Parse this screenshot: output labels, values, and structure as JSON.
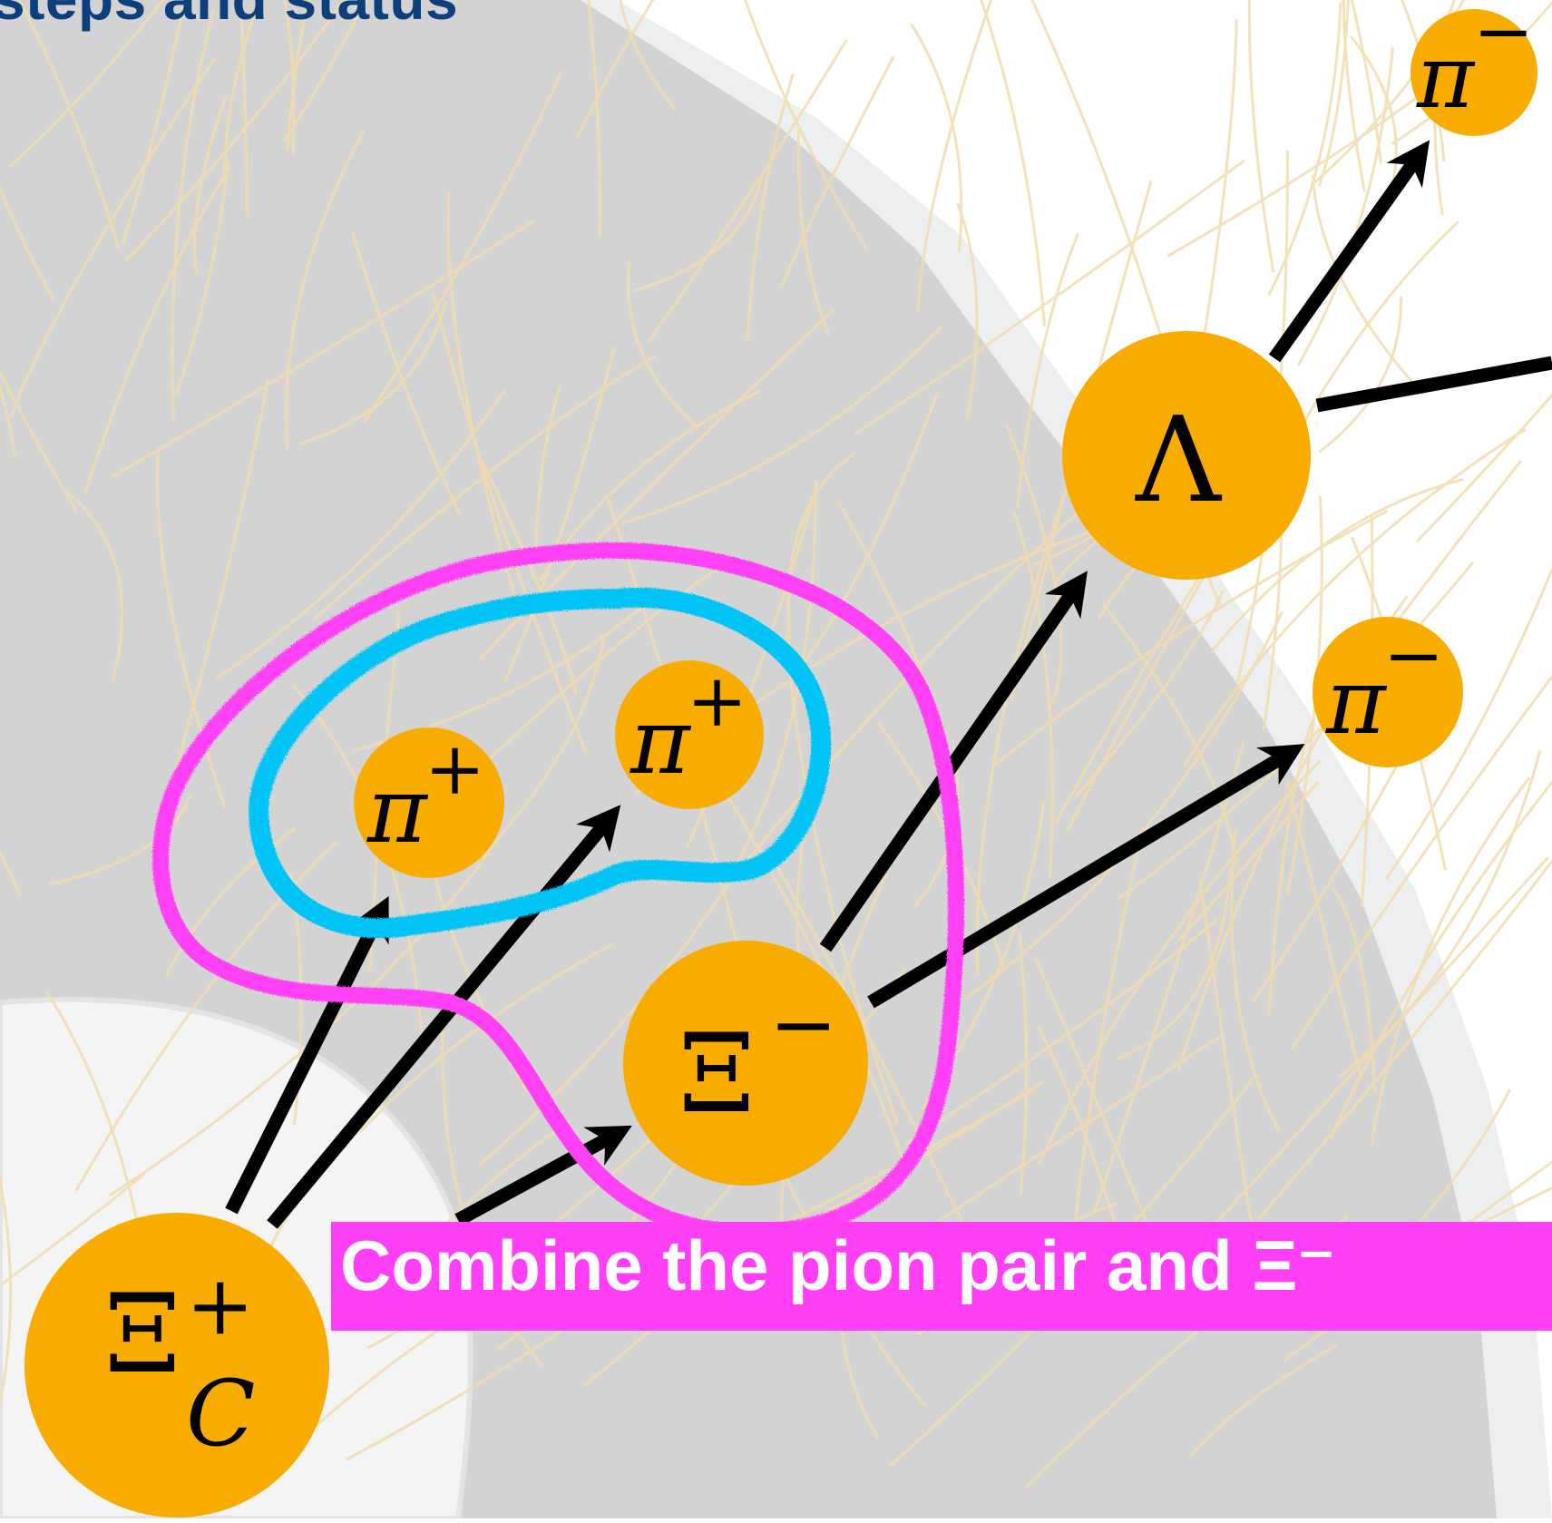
{
  "title": "steps and status",
  "banner": {
    "text": "Combine the pion pair and Ξ⁻"
  },
  "particles": {
    "xi_c_plus": {
      "symbol": "Ξ",
      "superscript": "+",
      "subscript": "C"
    },
    "xi_minus": {
      "symbol": "Ξ",
      "superscript": "−"
    },
    "lambda": {
      "symbol": "Λ"
    },
    "pi_plus_left": {
      "symbol": "π",
      "superscript": "+"
    },
    "pi_plus_right": {
      "symbol": "π",
      "superscript": "+"
    },
    "pi_minus_top": {
      "symbol": "π",
      "superscript": "−"
    },
    "pi_minus_mid": {
      "symbol": "π",
      "superscript": "−"
    }
  },
  "colors": {
    "title": "#0d3f7c",
    "particle_fill": "#f9ac00",
    "arrow": "#000000",
    "banner_bg": "#ff3ff5",
    "outer_loop": "#ff3ff5",
    "inner_loop": "#00c4f5",
    "detector_gray": "#d4d4d4",
    "tracks": "#f2dcae"
  }
}
